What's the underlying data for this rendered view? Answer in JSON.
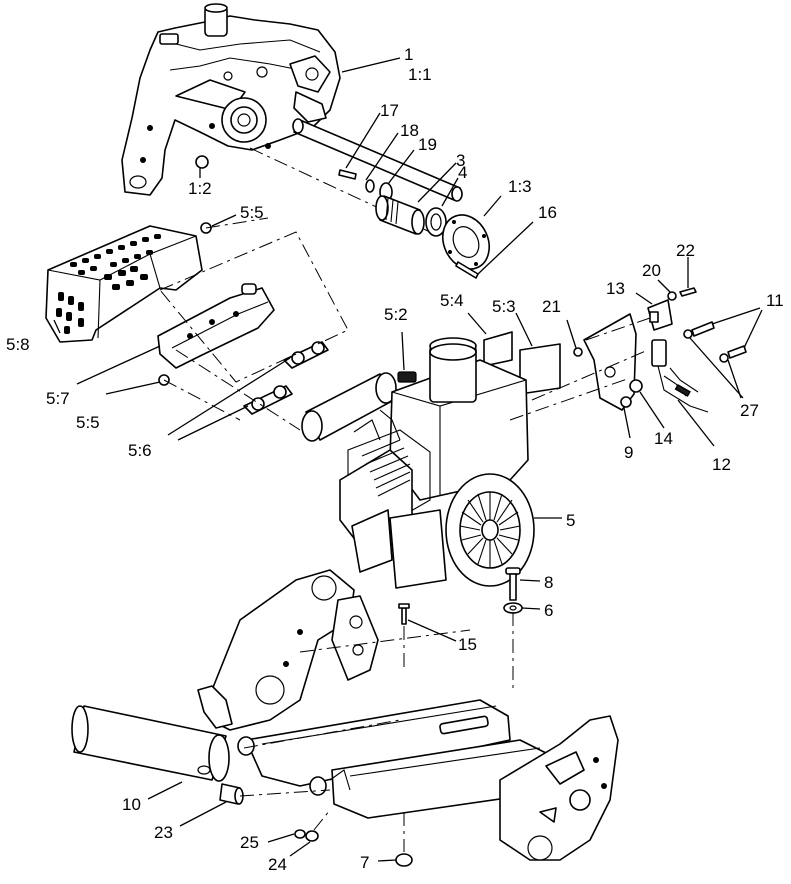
{
  "diagram": {
    "callouts": [
      {
        "id": "c-1",
        "text": "1"
      },
      {
        "id": "c-1-1",
        "text": "1:1"
      },
      {
        "id": "c-1-2",
        "text": "1:2"
      },
      {
        "id": "c-1-3",
        "text": "1:3"
      },
      {
        "id": "c-17",
        "text": "17"
      },
      {
        "id": "c-18",
        "text": "18"
      },
      {
        "id": "c-19",
        "text": "19"
      },
      {
        "id": "c-3",
        "text": "3"
      },
      {
        "id": "c-4",
        "text": "4"
      },
      {
        "id": "c-16",
        "text": "16"
      },
      {
        "id": "c-5-5a",
        "text": "5:5"
      },
      {
        "id": "c-5-8",
        "text": "5:8"
      },
      {
        "id": "c-5-7",
        "text": "5:7"
      },
      {
        "id": "c-5-5b",
        "text": "5:5"
      },
      {
        "id": "c-5-6",
        "text": "5:6"
      },
      {
        "id": "c-5-2",
        "text": "5:2"
      },
      {
        "id": "c-5-4",
        "text": "5:4"
      },
      {
        "id": "c-5-3",
        "text": "5:3"
      },
      {
        "id": "c-21",
        "text": "21"
      },
      {
        "id": "c-13",
        "text": "13"
      },
      {
        "id": "c-20",
        "text": "20"
      },
      {
        "id": "c-22",
        "text": "22"
      },
      {
        "id": "c-11",
        "text": "11"
      },
      {
        "id": "c-27",
        "text": "27"
      },
      {
        "id": "c-9",
        "text": "9"
      },
      {
        "id": "c-14",
        "text": "14"
      },
      {
        "id": "c-12",
        "text": "12"
      },
      {
        "id": "c-5",
        "text": "5"
      },
      {
        "id": "c-8",
        "text": "8"
      },
      {
        "id": "c-6",
        "text": "6"
      },
      {
        "id": "c-15",
        "text": "15"
      },
      {
        "id": "c-10",
        "text": "10"
      },
      {
        "id": "c-23",
        "text": "23"
      },
      {
        "id": "c-25",
        "text": "25"
      },
      {
        "id": "c-24",
        "text": "24"
      },
      {
        "id": "c-7",
        "text": "7"
      }
    ]
  }
}
